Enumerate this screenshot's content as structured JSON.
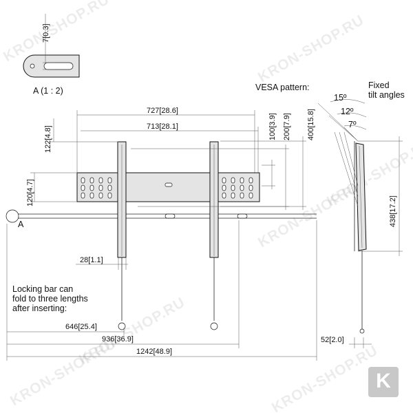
{
  "detail": {
    "scale_label": "A (1 : 2)",
    "slot_height": "7",
    "slot_height_inch": "0.3",
    "marker": "A"
  },
  "labels": {
    "vesa_pattern": "VESA pattern:",
    "tilt_line1": "Fixed",
    "tilt_line2": "tilt angles",
    "locking_line1": "Locking bar can",
    "locking_line2": "fold to three lengths",
    "locking_line3": "after inserting:"
  },
  "tilt_angles": [
    "15º",
    "12º",
    "7º"
  ],
  "dimensions": {
    "width_727": {
      "mm": "727",
      "inch": "28.6"
    },
    "width_713": {
      "mm": "713",
      "inch": "28.1"
    },
    "height_122": {
      "mm": "122",
      "inch": "4.8"
    },
    "height_120": {
      "mm": "120",
      "inch": "4.7"
    },
    "vesa_100": {
      "mm": "100",
      "inch": "3.9"
    },
    "vesa_200": {
      "mm": "200",
      "inch": "7.9"
    },
    "vesa_400": {
      "mm": "400",
      "inch": "15.8"
    },
    "height_438": {
      "mm": "438",
      "inch": "17.2"
    },
    "gap_28": {
      "mm": "28",
      "inch": "1.1"
    },
    "len_646": {
      "mm": "646",
      "inch": "25.4"
    },
    "len_936": {
      "mm": "936",
      "inch": "36.9"
    },
    "len_1242": {
      "mm": "1242",
      "inch": "48.9"
    },
    "depth_52": {
      "mm": "52",
      "inch": "2.0"
    }
  },
  "watermark": "KRON-SHOP.RU",
  "logo_letter": "K"
}
